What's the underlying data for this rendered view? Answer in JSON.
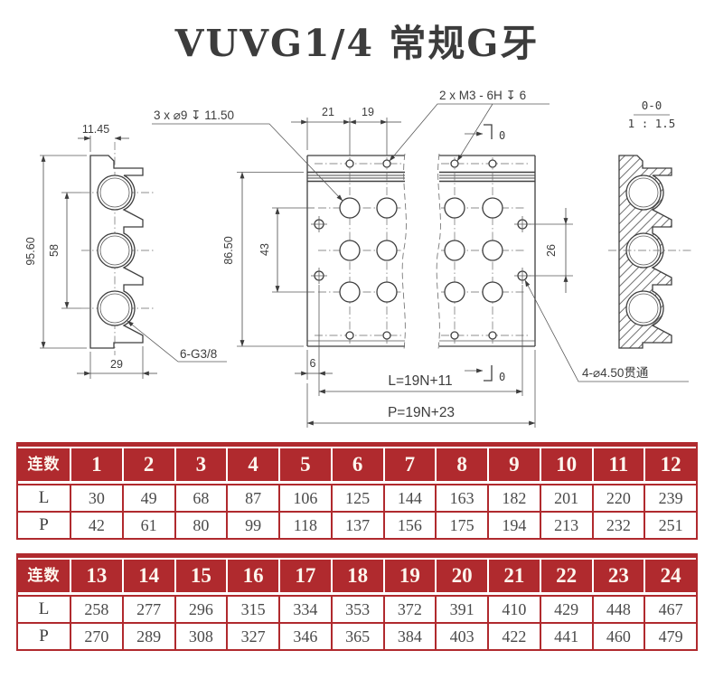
{
  "title": "VUVG1/4 常规G牙",
  "drawing": {
    "side_view": {
      "dim_width_top": "11.45",
      "dim_height_total": "95.60",
      "dim_port_span": "58",
      "dim_depth": "29",
      "port_thread_note": "6-G3/8"
    },
    "front_view": {
      "counterbore_note": "3 x ⌀9 ↧ 11.50",
      "dim_edge_to_hole": "21",
      "dim_hole_pitch": "19",
      "tap_note": "2 x M3 - 6H ↧ 6",
      "section_marker_top": "0",
      "section_marker_bottom": "0",
      "dim_height": "86.50",
      "dim_row_span": "43",
      "dim_mount_span": "26",
      "dim_edge_offset": "6",
      "length_formula": "L=19N+11",
      "pitch_formula": "P=19N+23",
      "through_hole_note": "4-⌀4.50贯通"
    },
    "section_view": {
      "name": "0-0",
      "scale": "1 : 1.5"
    }
  },
  "tables": [
    {
      "corner_label": "连数",
      "columns": [
        "1",
        "2",
        "3",
        "4",
        "5",
        "6",
        "7",
        "8",
        "9",
        "10",
        "11",
        "12"
      ],
      "rows": [
        {
          "label": "L",
          "values": [
            "30",
            "49",
            "68",
            "87",
            "106",
            "125",
            "144",
            "163",
            "182",
            "201",
            "220",
            "239"
          ]
        },
        {
          "label": "P",
          "values": [
            "42",
            "61",
            "80",
            "99",
            "118",
            "137",
            "156",
            "175",
            "194",
            "213",
            "232",
            "251"
          ]
        }
      ]
    },
    {
      "corner_label": "连数",
      "columns": [
        "13",
        "14",
        "15",
        "16",
        "17",
        "18",
        "19",
        "20",
        "21",
        "22",
        "23",
        "24"
      ],
      "rows": [
        {
          "label": "L",
          "values": [
            "258",
            "277",
            "296",
            "315",
            "334",
            "353",
            "372",
            "391",
            "410",
            "429",
            "448",
            "467"
          ]
        },
        {
          "label": "P",
          "values": [
            "270",
            "289",
            "308",
            "327",
            "346",
            "365",
            "384",
            "403",
            "422",
            "441",
            "460",
            "479"
          ]
        }
      ]
    }
  ],
  "colors": {
    "table_red": "#b02a2e",
    "line": "#3d3d3d"
  }
}
